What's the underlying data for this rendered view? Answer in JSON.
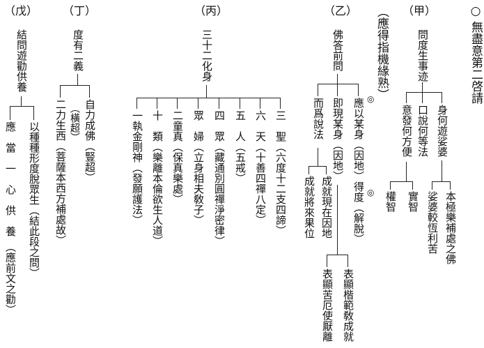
{
  "title_circle": "○",
  "title": "無盡意第二啓請",
  "jia": {
    "label": "（甲）",
    "head": "問度生事迹",
    "left": "身何遊娑婆",
    "left_subs": [
      "本極樂補處之佛",
      "娑婆較恆利苦"
    ],
    "right": "口說何等法",
    "far": "意發何方便",
    "far_subs": [
      "實智",
      "權智"
    ]
  },
  "note_main": "（應得指機緣熟）",
  "yi": {
    "label": "（乙）",
    "head": "佛答前問",
    "mark": "◎",
    "col1": "應以某身（因地）得度（解脫）",
    "col2": "即現某身（因地）",
    "col2_subs": [
      "成就現在因地",
      "成就將來果位"
    ],
    "col3": "而爲說法",
    "col3_subs": [
      "表顯楷範敎成就",
      "表顯苦厄使厭離"
    ]
  },
  "bing": {
    "label": "（丙）",
    "head": "三十二化身",
    "items": [
      "三　聖（六度十二支四諦）",
      "六　天（十善四禪八定）",
      "五　人（五戒）",
      "四　眾（藏通別圓禪淨密律）",
      "眾　婦（立身相夫敎子）",
      "二童真（保真樂處）",
      "十　類（樂離本倫欲生人道）",
      "一執金剛神（發願護法）"
    ]
  },
  "ding": {
    "label": "（丁）",
    "head": "度有二義",
    "items": [
      "自力成佛（豎超）",
      "二力生西（菩薩本西方補處故）"
    ],
    "note": "（橫超）"
  },
  "wu": {
    "label": "（戊）",
    "head": "結問遊勸供養",
    "items": [
      "以種種形度脫眾生（結此段之問）",
      "應　當　一　心　供　養　（應前文之勸）"
    ]
  }
}
